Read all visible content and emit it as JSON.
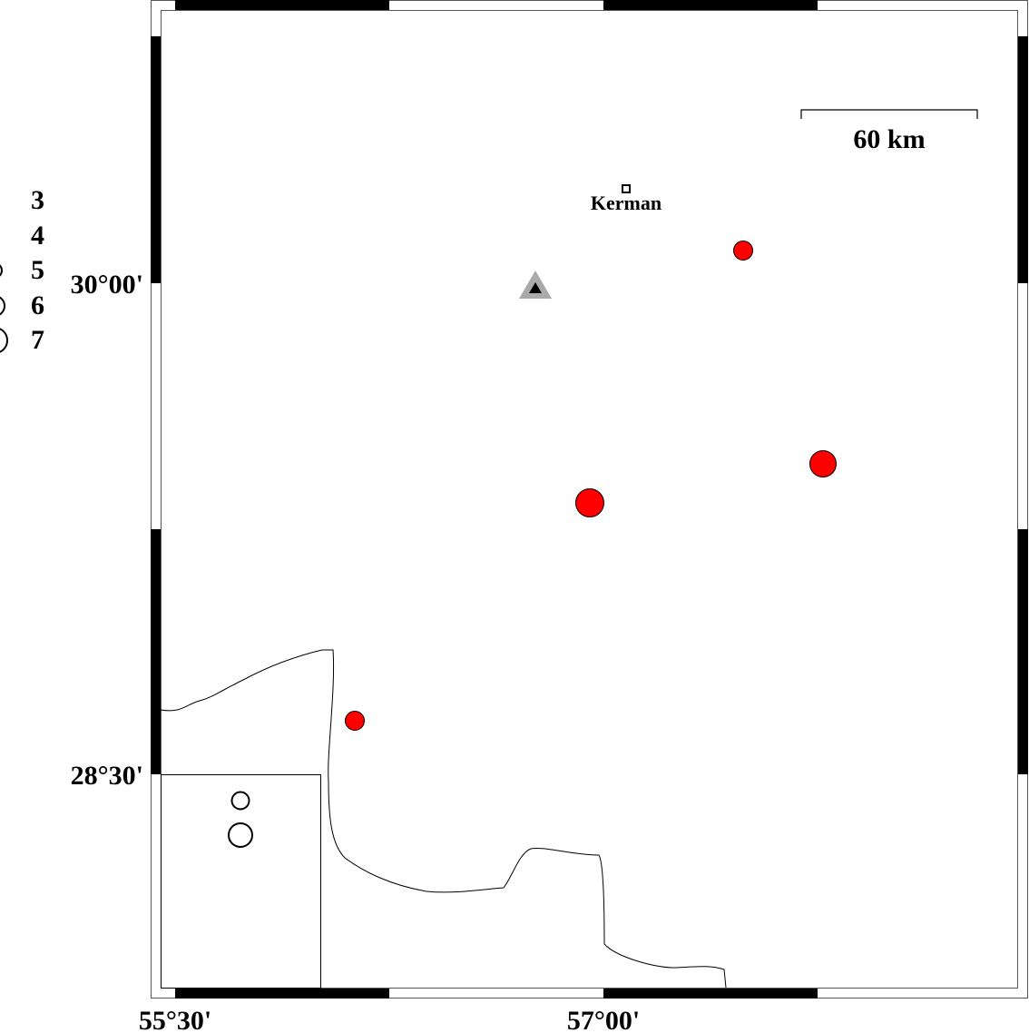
{
  "map": {
    "x_ticks": [
      "55°30'",
      "57°00'"
    ],
    "y_ticks": [
      "30°00'",
      "28°30'"
    ],
    "scale_bar": {
      "label": "60 km"
    },
    "city": {
      "name": "Kerman"
    },
    "legend": {
      "magnitudes": [
        "3",
        "4",
        "5",
        "6",
        "7"
      ]
    },
    "colors": {
      "event": "#ff0000",
      "station": "#aaaaaa"
    }
  }
}
